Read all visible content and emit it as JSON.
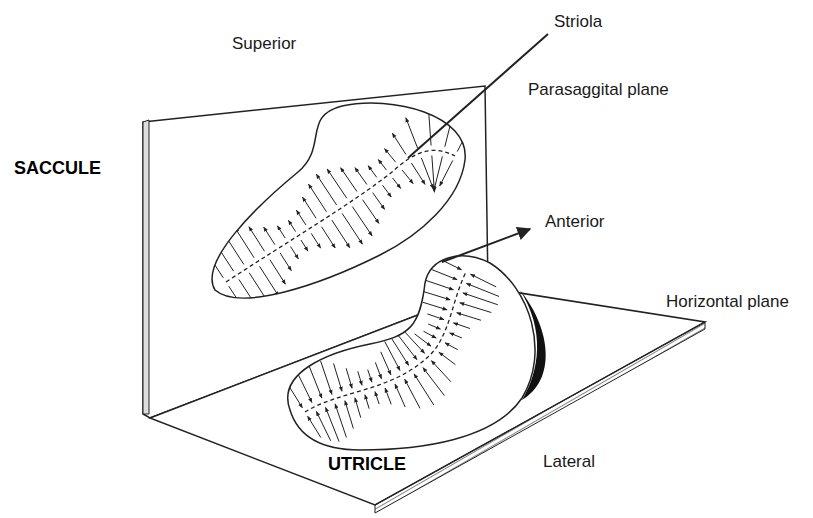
{
  "diagram": {
    "labels": [
      "Superior",
      "Striola",
      "Parasaggital plane",
      "Anterior",
      "Horizontal plane",
      "SACCULE",
      "UTRICLE",
      "Lateral"
    ]
  }
}
